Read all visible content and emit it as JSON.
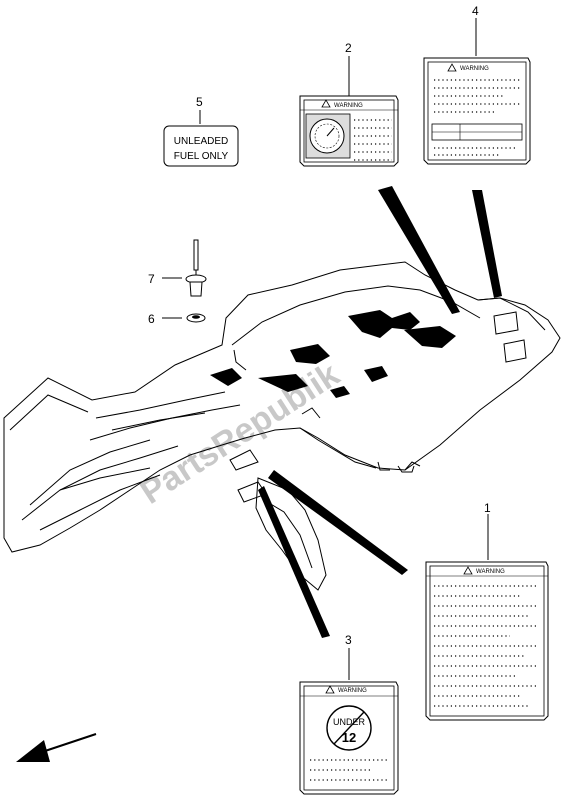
{
  "callouts": {
    "n1": "1",
    "n2": "2",
    "n3": "3",
    "n4": "4",
    "n5": "5",
    "n6": "6",
    "n7": "7"
  },
  "labels": {
    "fuel_line1": "UNLEADED",
    "fuel_line2": "FUEL ONLY",
    "warning": "WARNING",
    "under_line1": "UNDER",
    "under_line2": "12"
  },
  "watermark": "PartsRepublik",
  "icons": {
    "direction_arrow": "arrow-front-left-icon"
  }
}
